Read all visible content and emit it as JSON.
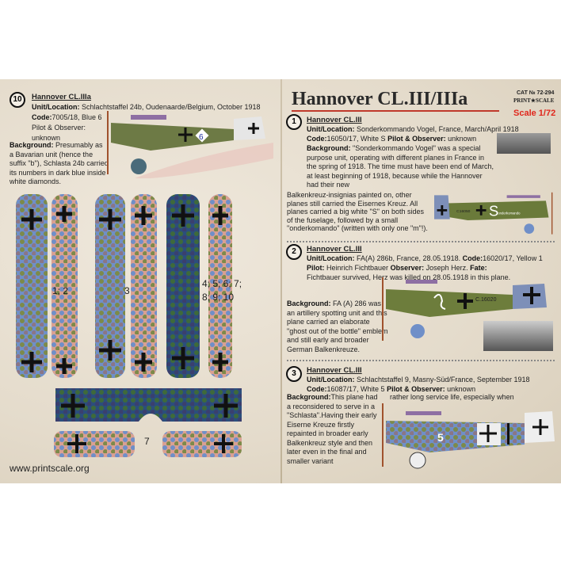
{
  "header": {
    "title": "Hannover CL.III/IIIa",
    "cat_no": "CAT № 72-294",
    "brand": "PRINT★SCALE",
    "scale": "Scale 1/72"
  },
  "profiles": [
    {
      "number": "10",
      "name": "Hannover CL.IIIa",
      "unit_label": "Unit/Location:",
      "unit": "Schlachtstaffel 24b, Oudenaarde/Belgium, October 1918",
      "code_label": "Code:",
      "code": "7005/18, Blue 6",
      "pilot_label": "Pilot & Observer:",
      "pilot": "unknown",
      "bg_label": "Background:",
      "background": "Presumably as a Bavarian unit (hence the suffix \"b\"), Schlasta 24b carried its numbers in dark blue inside white diamonds.",
      "marking": "6"
    },
    {
      "number": "1",
      "name": "Hannover CL.III",
      "unit_label": "Unit/Location:",
      "unit": "Sonderkommando Vogel, France, March/April 1918",
      "code_label": "Code:",
      "code": "16050/17, White S",
      "pilot_label": "Pilot & Observer:",
      "pilot": "unknown",
      "bg_label": "Background:",
      "background_1": "\"Sonderkommando Vogel\" was a special purpose unit, operating with different planes in France in the spring of 1918. The time must have been end of March, at least beginning of 1918, because while the Hannover had their new",
      "background_2": "Balkenkreuz-insignias painted on, other planes still carried the Eisernes Kreuz. All planes carried a big white \"S\" on both sides of the fuselage, followed by a small \"onderkomando\" (written with only one \"m\"!).",
      "marking": "S",
      "serial": "C16050",
      "fuselage_text": "onderkomando"
    },
    {
      "number": "2",
      "name": "Hannover CL.III",
      "unit_label": "Unit/Location:",
      "unit": "FA(A) 286b, France, 28.05.1918.",
      "code_label": "Code:",
      "code": "16020/17, Yellow 1",
      "pilot_label": "Pilot:",
      "pilot": "Heinrich Fichtbauer",
      "observer_label": "Observer:",
      "observer": "Joseph Herz.",
      "fate_label": "Fate:",
      "fate": "Fichtbauer survived, Herz was killed on 28.05.1918 in this plane.",
      "bg_label": "Background:",
      "background": "FA (A) 286 was an artillery spotting unit and this plane carried an elaborate \"ghost out of the bottle\" emblem and still early and broader German Balkenkreuze.",
      "serial": "C.16020"
    },
    {
      "number": "3",
      "name": "Hannover CL.III",
      "unit_label": "Unit/Location:",
      "unit": "Schlachtstaffel 9, Masny-Süd/France, September 1918",
      "code_label": "Code:",
      "code": "16087/17, White 5",
      "pilot_label": "Pilot & Observer:",
      "pilot": "unknown",
      "bg_label": "Background:",
      "background_1": "This plane had a reconsidered to serve in a \"Schlasta\".Having their early Eiserne Kreuze firstly repainted in broader early Balkenkreuz style and then later even in the final and smaller variant",
      "background_2": "rather long service life, especially when",
      "marking": "5"
    }
  ],
  "wings": {
    "label_a": "1; 2",
    "label_b": "3",
    "label_c": "4; 5; 6; 7; 8; 9; 10",
    "label_d": "7"
  },
  "footer": {
    "website": "www.printscale.org"
  },
  "colors": {
    "accent": "#e0261b",
    "olive": "#6b7a3c",
    "blue": "#6f8fc8",
    "parchment": "#e8e0d0"
  }
}
